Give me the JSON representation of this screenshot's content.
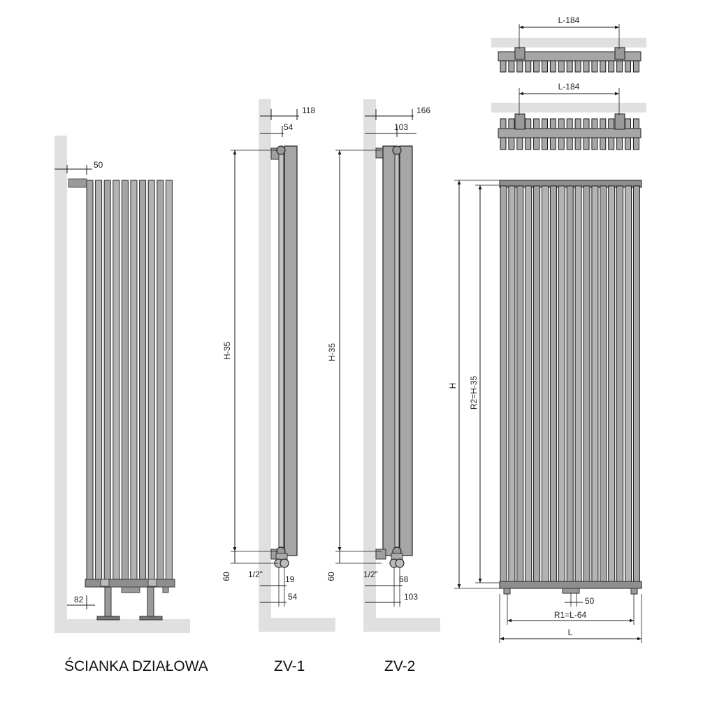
{
  "captions": {
    "partition": "ŚCIANKA DZIAŁOWA",
    "zv1": "ZV-1",
    "zv2": "ZV-2"
  },
  "partition_view": {
    "dim_wall_offset": "50",
    "dim_foot_offset": "82"
  },
  "zv1_view": {
    "dim_depth_total": "118",
    "dim_depth_pipe": "54",
    "dim_height": "H-35",
    "dim_bottom": "60",
    "dim_thread": "1/2\"",
    "dim_inner": "19",
    "dim_outer": "54"
  },
  "zv2_view": {
    "dim_depth_total": "166",
    "dim_depth_pipe": "103",
    "dim_height": "H-35",
    "dim_bottom": "60",
    "dim_thread": "1/2\"",
    "dim_inner": "68",
    "dim_outer": "103"
  },
  "top_views": {
    "dim_top1": "L-184",
    "dim_top2": "L-184"
  },
  "front_view": {
    "dim_height": "H",
    "dim_r2": "R2=H-35",
    "dim_50": "50",
    "dim_r1": "R1=L-64",
    "dim_length": "L"
  },
  "colors": {
    "wall": "#e0e0e0",
    "metal": "#a6a6a6",
    "metal_dark": "#8a8a8a",
    "line": "#1a1a1a"
  }
}
